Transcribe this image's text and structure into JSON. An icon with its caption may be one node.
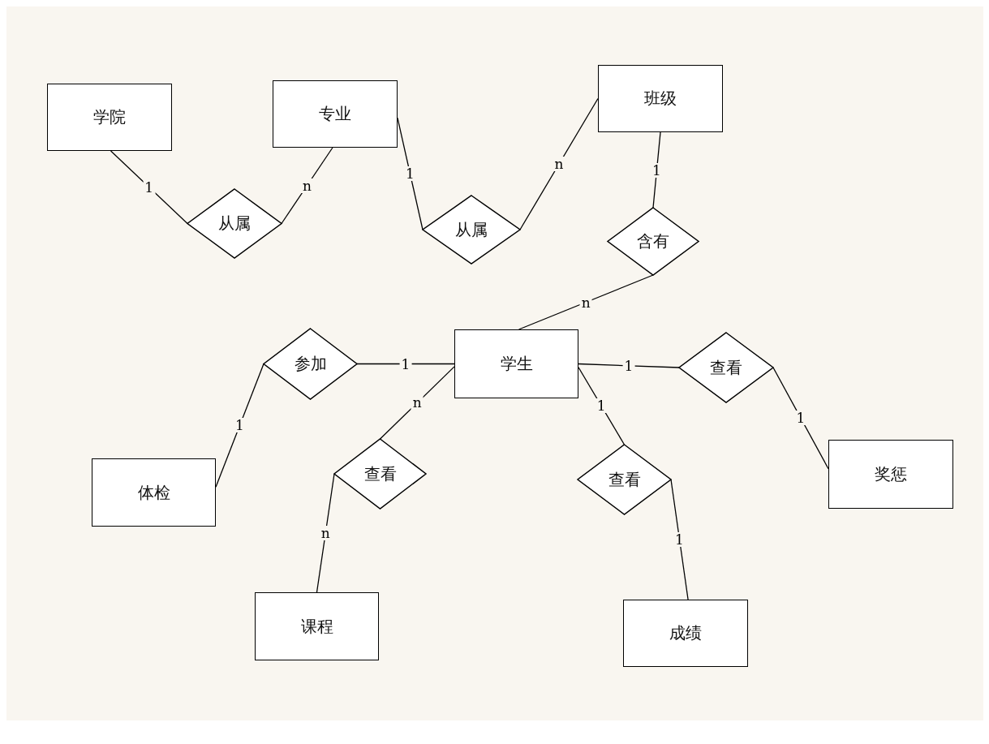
{
  "diagram": {
    "nodes": [
      {
        "text": [
          "学院"
        ]
      },
      {
        "text": [
          "专业"
        ]
      },
      {
        "text": [
          "班级"
        ]
      },
      {
        "text": [
          "从属"
        ]
      },
      {
        "text": [
          "从属"
        ]
      },
      {
        "text": [
          "含有"
        ]
      },
      {
        "text": [
          "参加"
        ]
      },
      {
        "text": [
          "学生"
        ]
      },
      {
        "text": [
          "查看"
        ]
      },
      {
        "text": [
          "体检"
        ]
      },
      {
        "text": [
          "查看"
        ]
      },
      {
        "text": [
          "查看"
        ]
      },
      {
        "text": [
          "奖惩"
        ]
      },
      {
        "text": [
          "课程"
        ]
      },
      {
        "text": [
          "成绩"
        ]
      }
    ],
    "edges": [
      {
        "from": 0,
        "to": 3,
        "arrow": "none",
        "label": "1"
      },
      {
        "from": 3,
        "to": 1,
        "arrow": "none",
        "label": "n"
      },
      {
        "from": 1,
        "to": 4,
        "arrow": "none",
        "label": "1"
      },
      {
        "from": 4,
        "to": 2,
        "arrow": "none",
        "label": "n"
      },
      {
        "from": 2,
        "to": 5,
        "arrow": "none",
        "label": "1"
      },
      {
        "from": 5,
        "to": 7,
        "arrow": "none",
        "label": "n"
      },
      {
        "from": 6,
        "to": 7,
        "arrow": "none",
        "label": "1"
      },
      {
        "from": 6,
        "to": 9,
        "arrow": "none",
        "label": "1"
      },
      {
        "from": 7,
        "to": 8,
        "arrow": "none",
        "label": "1"
      },
      {
        "from": 8,
        "to": 12,
        "arrow": "none",
        "label": "1"
      },
      {
        "from": 7,
        "to": 10,
        "arrow": "none",
        "label": "n"
      },
      {
        "from": 10,
        "to": 13,
        "arrow": "none",
        "label": "n"
      },
      {
        "from": 7,
        "to": 11,
        "arrow": "none",
        "label": "1"
      },
      {
        "from": 11,
        "to": 14,
        "arrow": "none",
        "label": "1"
      }
    ]
  }
}
